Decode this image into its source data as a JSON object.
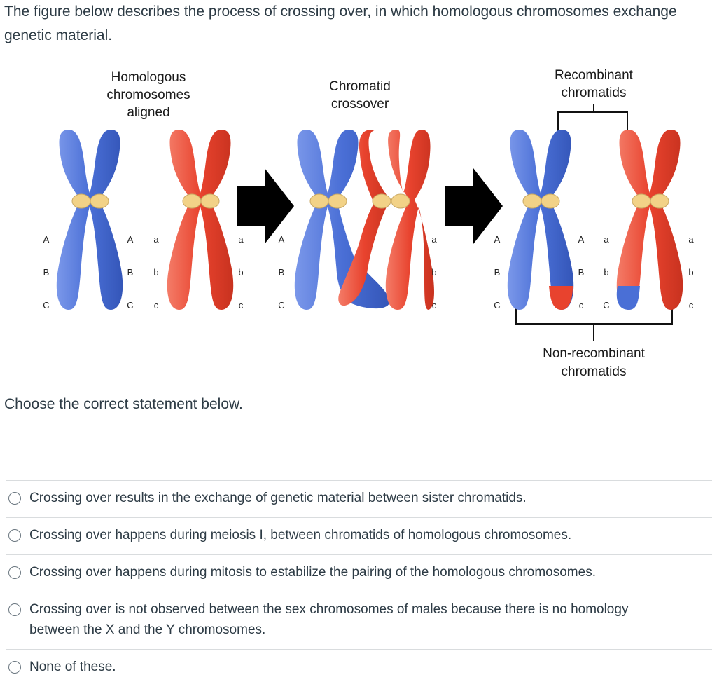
{
  "question": {
    "intro": "The figure below describes the process of crossing over, in which homologous chromosomes exchange genetic material.",
    "prompt": "Choose the correct statement below."
  },
  "figure": {
    "caption_aligned_1": "Homologous",
    "caption_aligned_2": "chromosomes",
    "caption_aligned_3": "aligned",
    "caption_crossover_1": "Chromatid",
    "caption_crossover_2": "crossover",
    "caption_recombinant_1": "Recombinant",
    "caption_recombinant_2": "chromatids",
    "caption_nonrecombinant_1": "Non-recombinant",
    "caption_nonrecombinant_2": "chromatids",
    "genes": {
      "A": "A",
      "a": "a",
      "B": "B",
      "b": "b",
      "C": "C",
      "c": "c"
    },
    "colors": {
      "maternal": "#4a6fd6",
      "paternal": "#e8432e",
      "centromere": "#f2d287",
      "arrow": "#000000"
    }
  },
  "answers": [
    {
      "label": "Crossing over results in the exchange of genetic material between sister chromatids."
    },
    {
      "label": "Crossing over happens during meiosis I, between chromatids of homologous chromosomes."
    },
    {
      "label": "Crossing over happens during mitosis to estabilize the pairing of the homologous chromosomes."
    },
    {
      "label": "Crossing over is not observed between the sex chromosomes of males because there is no homology between the X and the Y chromosomes."
    },
    {
      "label": "None of these."
    }
  ]
}
